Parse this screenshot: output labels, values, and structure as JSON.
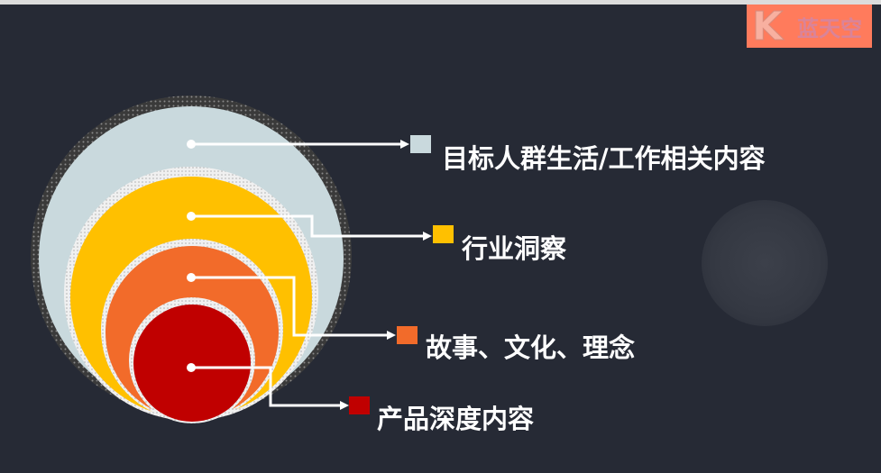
{
  "logo": {
    "letter": "K",
    "text": "蓝天空"
  },
  "layers": [
    {
      "label": "目标人群生活/工作相关内容",
      "color": "#c9d9dd"
    },
    {
      "label": "行业洞察",
      "color": "#ffc000"
    },
    {
      "label": "故事、文化、理念",
      "color": "#f26b2a"
    },
    {
      "label": "产品深度内容",
      "color": "#c00000"
    }
  ]
}
